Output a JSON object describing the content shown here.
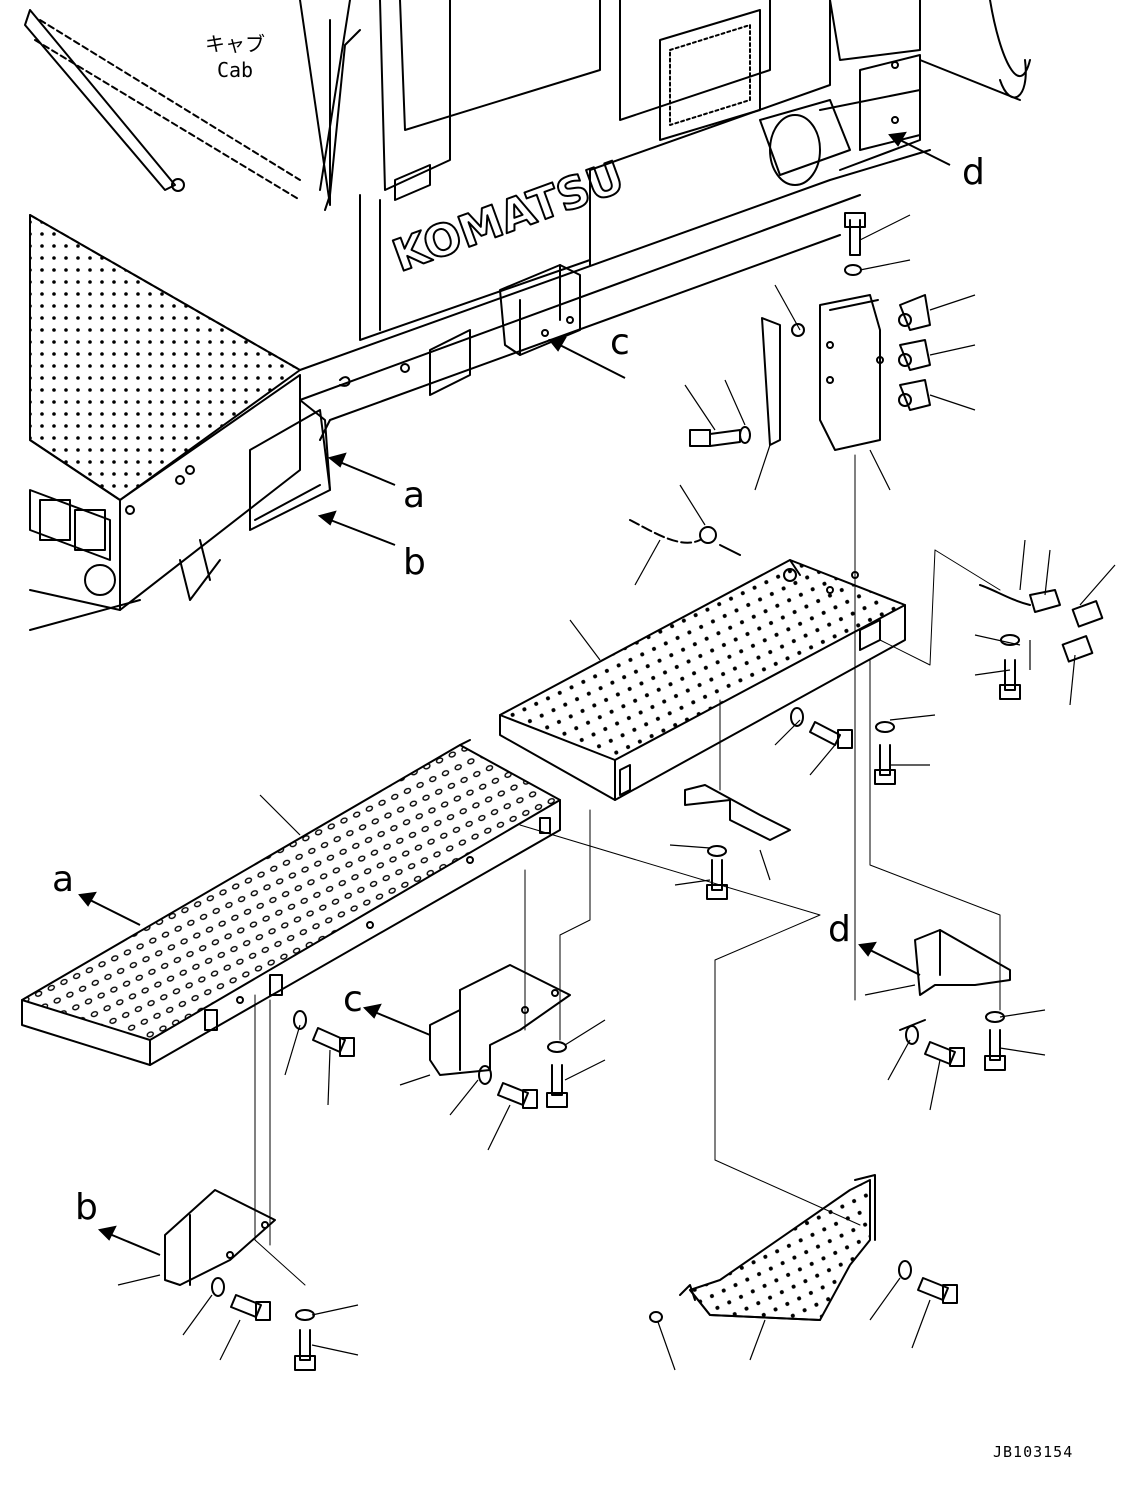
{
  "cab_label_jp": "キャブ",
  "cab_label_en": "Cab",
  "callouts": {
    "a_top": "a",
    "b_top": "b",
    "c_top": "c",
    "d_top": "d",
    "a_bottom": "a",
    "b_bottom": "b",
    "c_bottom": "c",
    "d_bottom": "d"
  },
  "brand_text": "KOMATSU",
  "drawing_code": "JB103154"
}
